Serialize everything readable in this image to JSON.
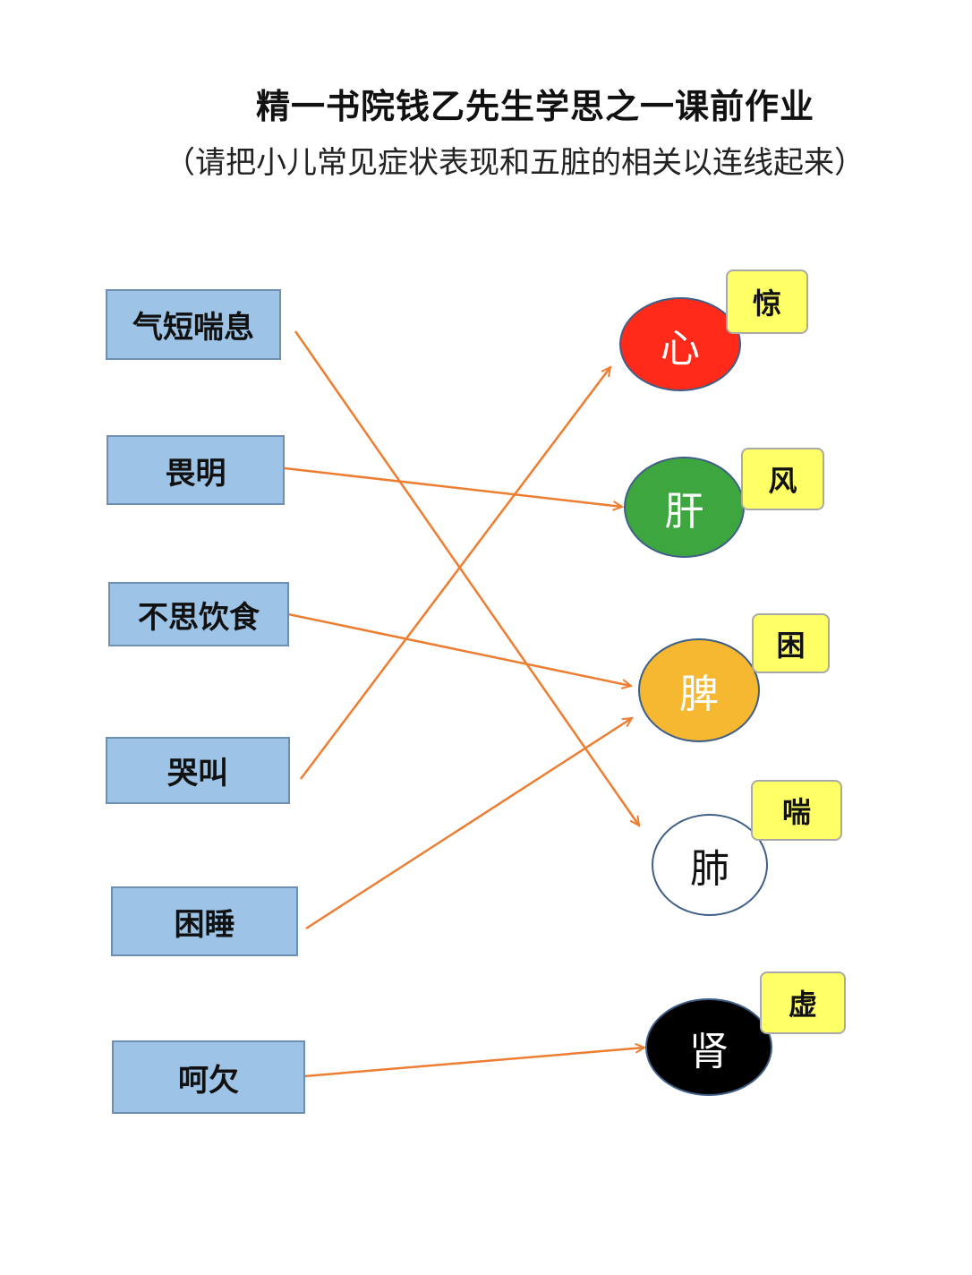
{
  "title": "精一书院钱乙先生学思之一课前作业",
  "subtitle": "（请把小儿常见症状表现和五脏的相关以连线起来）",
  "symptoms": [
    "气短喘息",
    "畏明",
    "不思饮食",
    "哭叫",
    "困睡",
    "呵欠"
  ],
  "organs": [
    {
      "name": "心",
      "tag": "惊",
      "fill": "#ff2a1a",
      "text": "#ffffff"
    },
    {
      "name": "肝",
      "tag": "风",
      "fill": "#3da63f",
      "text": "#ffffff"
    },
    {
      "name": "脾",
      "tag": "困",
      "fill": "#f6b731",
      "text": "#ffffff"
    },
    {
      "name": "肺",
      "tag": "喘",
      "fill": "#ffffff",
      "text": "#111111"
    },
    {
      "name": "肾",
      "tag": "虚",
      "fill": "#000000",
      "text": "#ffffff"
    }
  ],
  "connections": [
    {
      "from": "气短喘息",
      "to": "肺"
    },
    {
      "from": "畏明",
      "to": "肝"
    },
    {
      "from": "不思饮食",
      "to": "脾"
    },
    {
      "from": "哭叫",
      "to": "心"
    },
    {
      "from": "困睡",
      "to": "脾"
    },
    {
      "from": "呵欠",
      "to": "肾"
    }
  ],
  "colors": {
    "line": "#ed7d31",
    "symptom_box": "#9dc3e6",
    "tag_box": "#ffff66"
  }
}
